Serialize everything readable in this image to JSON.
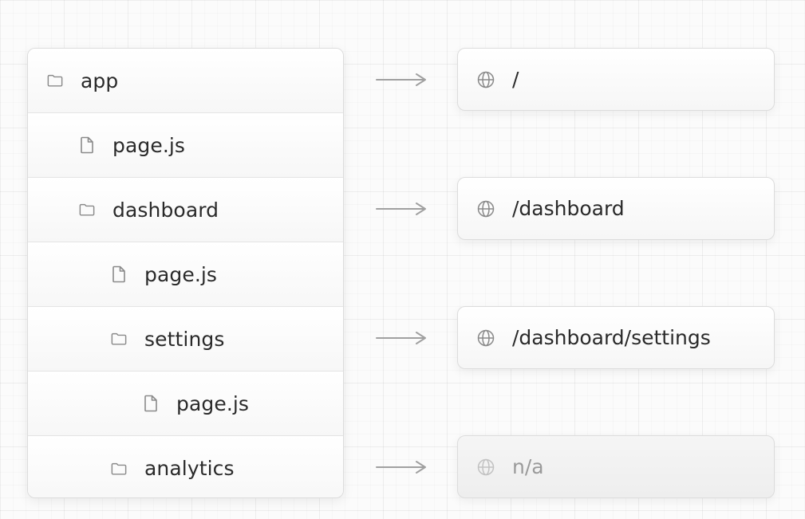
{
  "tree": {
    "rows": [
      {
        "icon": "folder-icon",
        "label": "app"
      },
      {
        "icon": "file-icon",
        "label": "page.js"
      },
      {
        "icon": "folder-icon",
        "label": "dashboard"
      },
      {
        "icon": "file-icon",
        "label": "page.js"
      },
      {
        "icon": "folder-icon",
        "label": "settings"
      },
      {
        "icon": "file-icon",
        "label": "page.js"
      },
      {
        "icon": "folder-icon",
        "label": "analytics"
      }
    ]
  },
  "routes": [
    {
      "icon": "globe-icon",
      "label": "/"
    },
    {
      "icon": "globe-icon",
      "label": "/dashboard"
    },
    {
      "icon": "globe-icon",
      "label": "/dashboard/settings"
    },
    {
      "icon": "globe-icon",
      "label": "n/a"
    }
  ],
  "colors": {
    "icon_stroke": "#8a8a8a",
    "arrow_stroke": "#a0a0a0",
    "na_text": "#9a9a9a"
  }
}
